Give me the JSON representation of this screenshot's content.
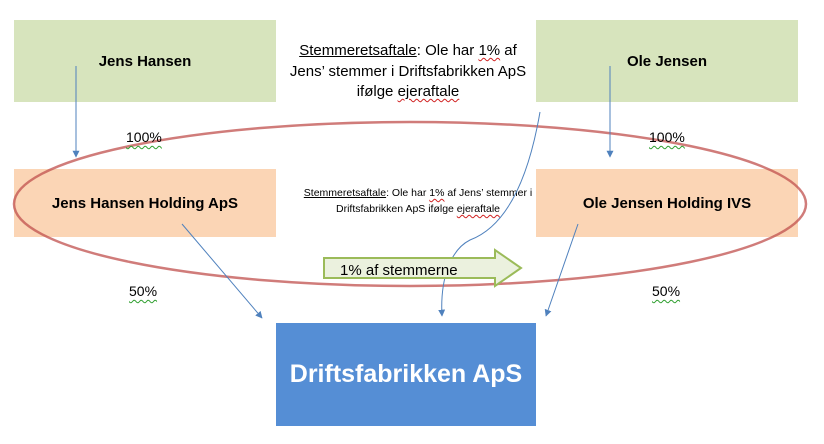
{
  "boxes": {
    "jens_hansen": "Jens Hansen",
    "ole_jensen": "Ole Jensen",
    "jens_holding": "Jens Hansen Holding ApS",
    "ole_holding": "Ole Jensen Holding IVS",
    "driftsfabrikken": "Driftsfabrikken ApS"
  },
  "percentages": {
    "jens_to_holding": "100%",
    "ole_to_holding": "100%",
    "jens_holding_to_drift": "50%",
    "ole_holding_to_drift": "50%"
  },
  "note_top": {
    "term": "Stemmeretsaftale",
    "text1": ": Ole har ",
    "pct": "1%",
    "text2": " af Jens’ stemmer i Driftsfabrikken ApS ifølge ",
    "last": "ejeraftale"
  },
  "note_mid": {
    "term": "Stemmeretsaftale",
    "text1": ": Ole har ",
    "pct": "1%",
    "text2": " af Jens’ stemmer i Driftsfabrikken ApS ifølge ",
    "last": "ejeraftale"
  },
  "transfer_arrow": {
    "label": "1% af stemmerne"
  },
  "colors": {
    "person_box": "#d7e4bd",
    "holding_box": "#fbd5b5",
    "company_box": "#558ed5",
    "ellipse": "#c0504d",
    "connector": "#4f81bd",
    "block_arrow_fill": "#ebf1de",
    "block_arrow_stroke": "#9bbb59"
  }
}
